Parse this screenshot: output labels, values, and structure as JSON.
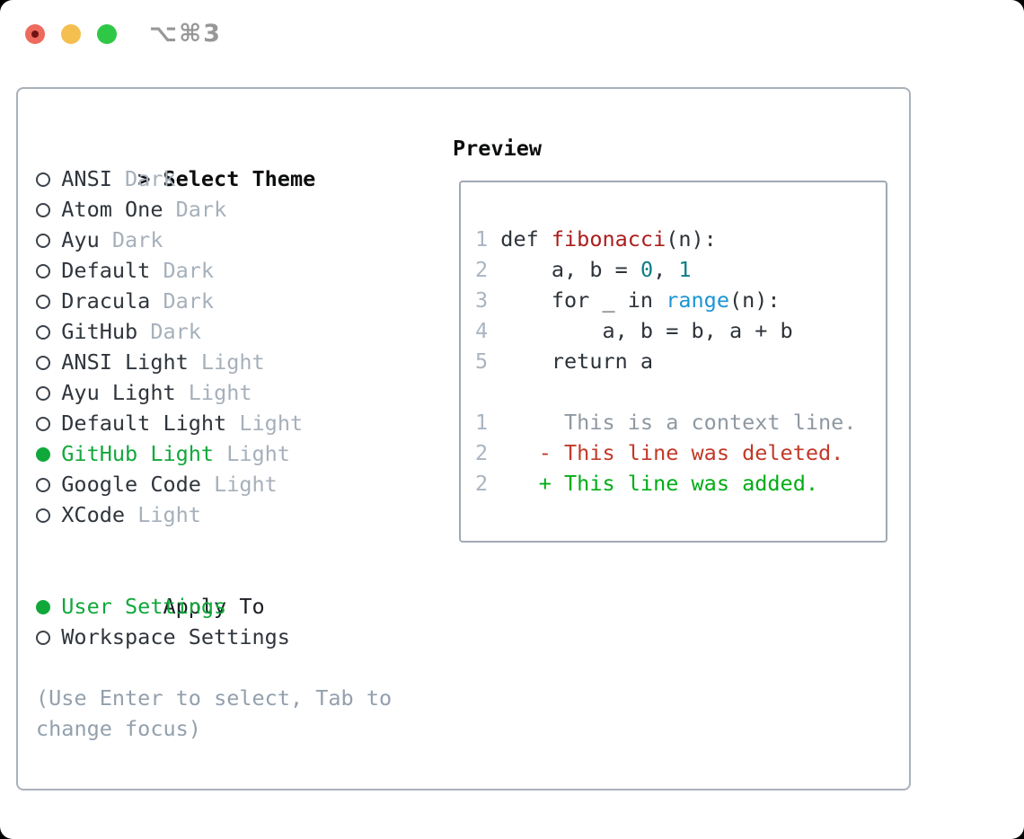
{
  "window": {
    "title": "⌥⌘3"
  },
  "picker": {
    "header_prefix": ">",
    "header_label": "Select Theme",
    "themes": [
      {
        "name": "ANSI",
        "variant": "Dark",
        "selected": false
      },
      {
        "name": "Atom One",
        "variant": "Dark",
        "selected": false
      },
      {
        "name": "Ayu",
        "variant": "Dark",
        "selected": false
      },
      {
        "name": "Default",
        "variant": "Dark",
        "selected": false
      },
      {
        "name": "Dracula",
        "variant": "Dark",
        "selected": false
      },
      {
        "name": "GitHub",
        "variant": "Dark",
        "selected": false
      },
      {
        "name": "ANSI Light",
        "variant": "Light",
        "selected": false
      },
      {
        "name": "Ayu Light",
        "variant": "Light",
        "selected": false
      },
      {
        "name": "Default Light",
        "variant": "Light",
        "selected": false
      },
      {
        "name": "GitHub Light",
        "variant": "Light",
        "selected": true
      },
      {
        "name": "Google Code",
        "variant": "Light",
        "selected": false
      },
      {
        "name": "XCode",
        "variant": "Light",
        "selected": false
      }
    ],
    "apply_to_label": "Apply To",
    "apply_options": [
      {
        "name": "User Settings",
        "selected": true
      },
      {
        "name": "Workspace Settings",
        "selected": false
      }
    ],
    "footer_lines": [
      "(Use Enter to select, Tab to",
      "change focus)"
    ]
  },
  "preview": {
    "title": "Preview",
    "lines": [
      {
        "num": "1",
        "type": "code",
        "segments": [
          [
            "def ",
            "plain"
          ],
          [
            "fibonacci",
            "function"
          ],
          [
            "(n):",
            "plain"
          ]
        ]
      },
      {
        "num": "2",
        "type": "code",
        "segments": [
          [
            "    a, b = ",
            "plain"
          ],
          [
            "0",
            "number"
          ],
          [
            ", ",
            "plain"
          ],
          [
            "1",
            "number"
          ]
        ]
      },
      {
        "num": "3",
        "type": "code",
        "segments": [
          [
            "    for _ in ",
            "plain"
          ],
          [
            "range",
            "builtin"
          ],
          [
            "(n):",
            "plain"
          ]
        ]
      },
      {
        "num": "4",
        "type": "code",
        "segments": [
          [
            "        a, b = b, a + b",
            "plain"
          ]
        ]
      },
      {
        "num": "5",
        "type": "code",
        "segments": [
          [
            "    return a",
            "plain"
          ]
        ]
      },
      {
        "num": "",
        "type": "blank",
        "segments": []
      },
      {
        "num": "1",
        "type": "context",
        "segments": [
          [
            "     This is a context line.",
            "context"
          ]
        ]
      },
      {
        "num": "2",
        "type": "deleted",
        "segments": [
          [
            "   - This line was deleted.",
            "deleted"
          ]
        ]
      },
      {
        "num": "2",
        "type": "added",
        "segments": [
          [
            "   + This line was added.",
            "added"
          ]
        ]
      }
    ]
  },
  "colors": {
    "accent-green": "#11a83b",
    "name-dark": "#2f353c",
    "apply-dark": "#1b1f24",
    "variant-gray": "#a6b0bb",
    "footer-gray": "#93a0ad",
    "header-black": "#0c0d0e",
    "panel-border": "#a9b1ba",
    "box-border": "#a0a9b3",
    "line-number": "#a9b5c2",
    "code-plain": "#2d333a",
    "code-function": "#aa1d1d",
    "code-number": "#0d7d87",
    "code-builtin": "#1b95d2",
    "diff-context": "#8f98a2",
    "diff-deleted": "#c23928",
    "diff-added": "#00ad16",
    "circle-outline": "#3b424a",
    "traffic-red": "#ee6a5e",
    "traffic-red-dot": "#6e1412",
    "traffic-yellow": "#f5bf4f",
    "traffic-green": "#2fc846",
    "titlebar-gray": "#979797"
  }
}
